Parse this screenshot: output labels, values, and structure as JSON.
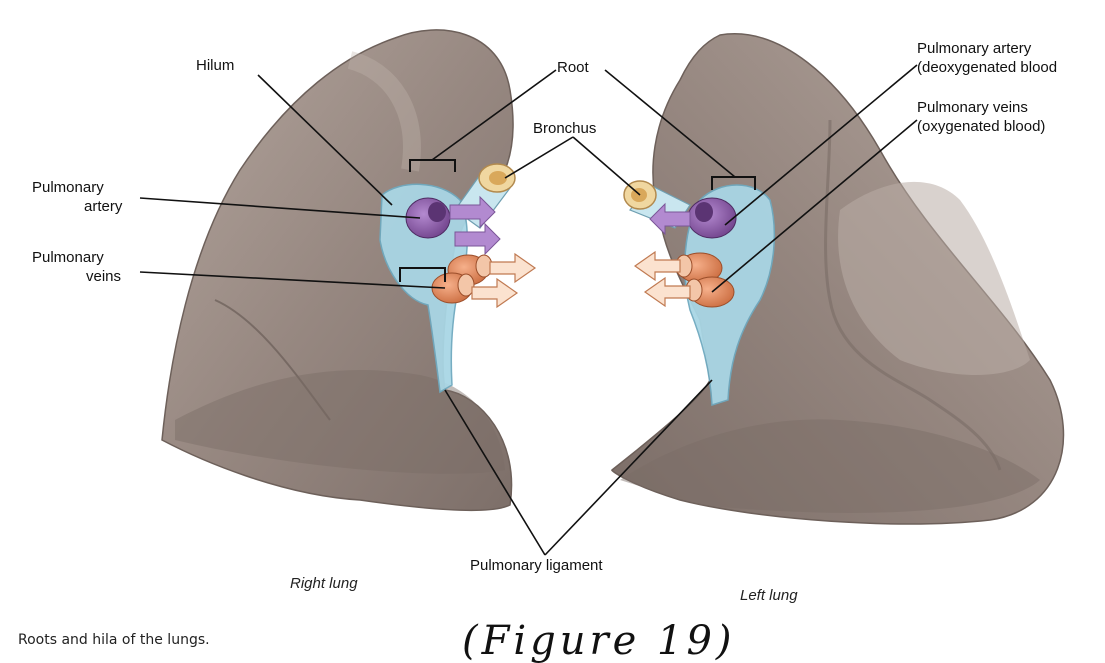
{
  "labels": {
    "hilum": "Hilum",
    "root": "Root",
    "bronchus": "Bronchus",
    "pulmonary_artery_right_line1": "Pulmonary",
    "pulmonary_artery_right_line2": "artery",
    "pulmonary_veins_right_line1": "Pulmonary",
    "pulmonary_veins_right_line2": "veins",
    "pulmonary_artery_left_line1": "Pulmonary artery",
    "pulmonary_artery_left_line2": "(deoxygenated blood",
    "pulmonary_veins_left_line1": "Pulmonary veins",
    "pulmonary_veins_left_line2": "(oxygenated blood)",
    "pulmonary_ligament": "Pulmonary ligament"
  },
  "lungs": {
    "right": "Right lung",
    "left": "Left lung"
  },
  "caption": "Roots and hila of the lungs.",
  "figure_note": "(Figure 19)",
  "colors": {
    "lung_tissue": "#9a8c85",
    "lung_shadow": "#6f625c",
    "hilum_blue": "#a9d6e5",
    "artery_purple": "#8e5fa6",
    "vein_orange": "#e08a5c",
    "bronchus_gold": "#e8c27a"
  }
}
